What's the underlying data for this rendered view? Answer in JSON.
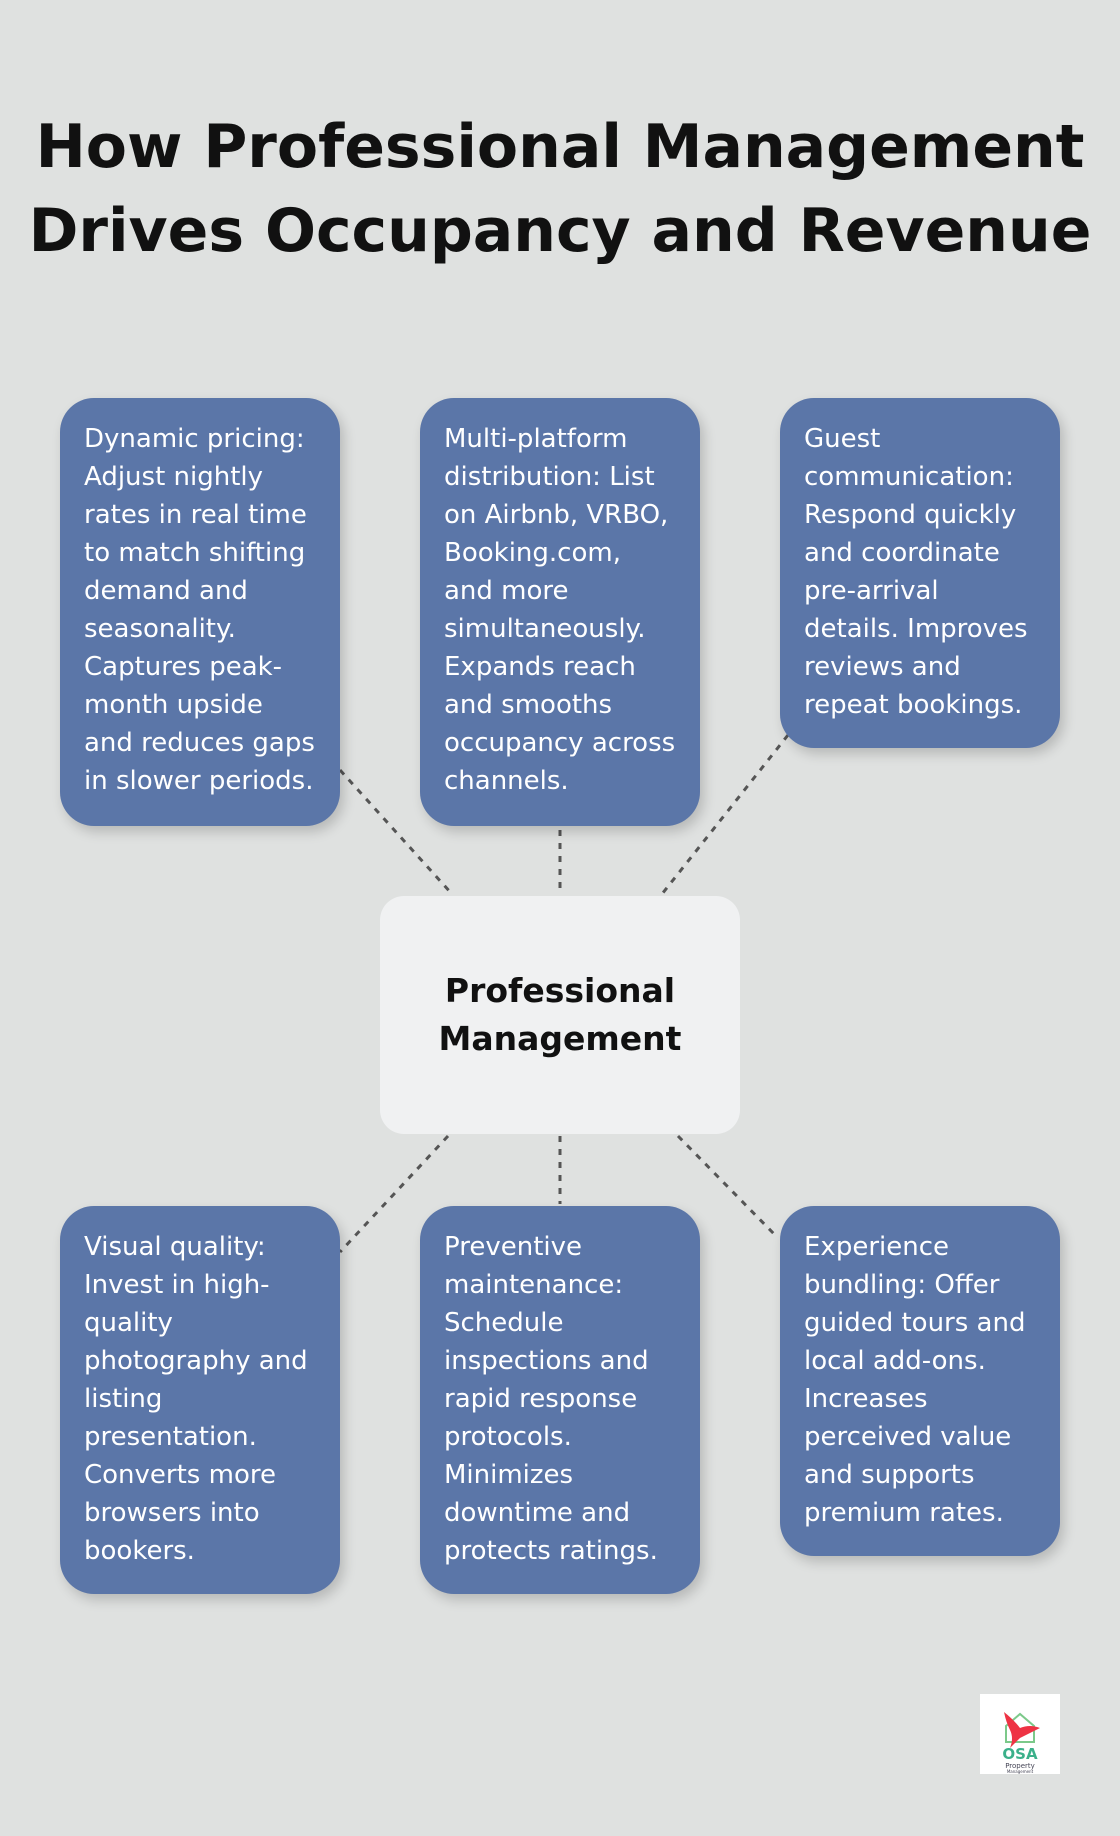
{
  "title": [
    "How Professional Management",
    "Drives Occupancy and Revenue"
  ],
  "center": "Professional Management",
  "nodes": [
    "Dynamic pricing: Adjust nightly rates in real time to match shifting demand and seasonality. Captures peak-month upside and reduces gaps in slower periods.",
    "Multi-platform distribution: List on Airbnb, VRBO, Booking.com, and more simultaneously. Expands reach and smooths occupancy across channels.",
    "Guest communication: Respond quickly and coordinate pre-arrival details. Improves reviews and repeat bookings.",
    "Visual quality: Invest in high-quality photography and listing presentation. Converts more browsers into bookers.",
    "Preventive maintenance: Schedule inspections and rapid response protocols. Minimizes downtime and protects ratings.",
    "Experience bundling: Offer guided tours and local add-ons. Increases perceived value and supports premium rates."
  ],
  "logo": {
    "text": "OSA",
    "sub": "Property Management"
  },
  "colors": {
    "background": "#dfe1e0",
    "node": "#5b76a8",
    "center": "#f0f1f2"
  }
}
